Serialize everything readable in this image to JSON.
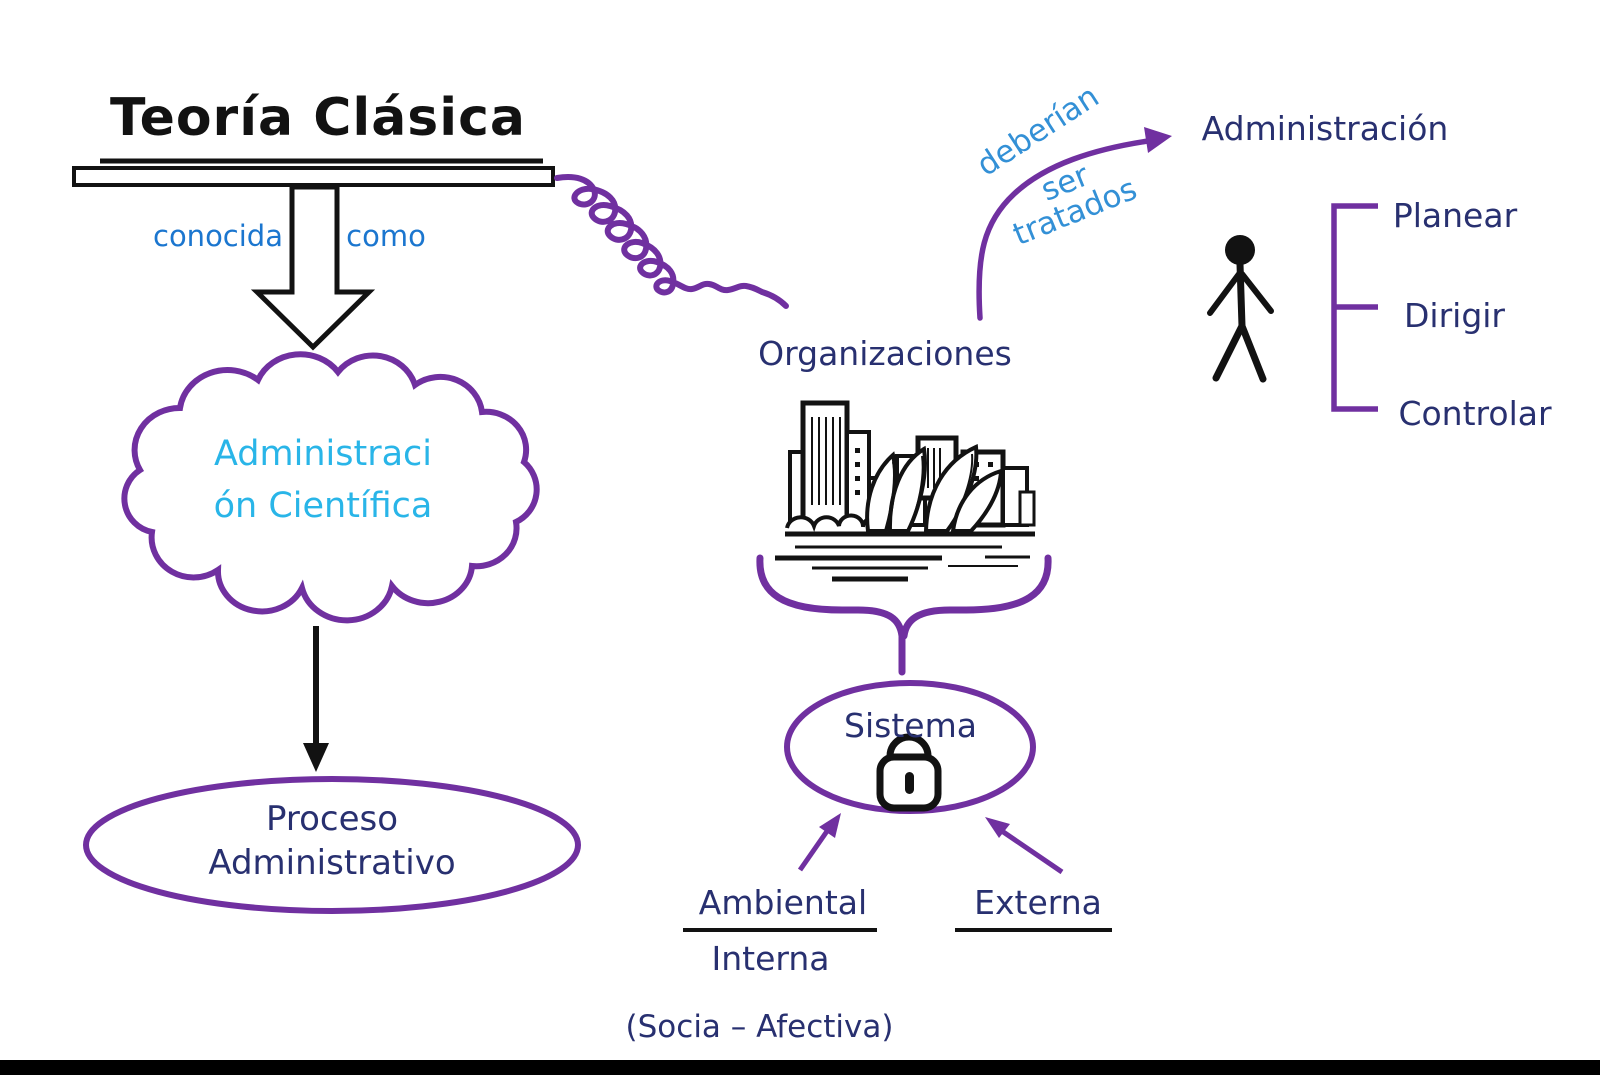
{
  "title": {
    "text": "Teoría Clásica"
  },
  "known_as": {
    "left": "conocida",
    "right": "como"
  },
  "cloud": {
    "line1": "Administraci",
    "line2": "ón Científica"
  },
  "process": {
    "line1": "Proceso",
    "line2": "Administrativo"
  },
  "organizations": {
    "label": "Organizaciones"
  },
  "treated": {
    "word1": "deberían",
    "word2": "ser",
    "word3": "tratados"
  },
  "administration": {
    "label": "Administración",
    "functions": [
      {
        "label": "Planear"
      },
      {
        "label": "Dirigir"
      },
      {
        "label": "Controlar"
      }
    ]
  },
  "system": {
    "label": "Sistema"
  },
  "environment": {
    "ambiental": "Ambiental",
    "interna": "Interna",
    "externa": "Externa"
  },
  "footer": {
    "label": "(Socia – Afectiva)"
  },
  "icons": {
    "cloud": "cloud-shape",
    "down_arrow_hollow": "hollow-down-arrow",
    "down_arrow_solid": "solid-down-arrow",
    "squiggle": "curly-connector-line",
    "city": "city-skyline-clipart",
    "brace": "curly-brace-down",
    "lock": "padlock",
    "person": "stick-figure-person",
    "bracket": "list-bracket",
    "curved_arrow": "curved-arrow-up-right"
  },
  "colors": {
    "purple": "#7030a0",
    "navy": "#283070",
    "blue": "#1b76cf",
    "light_blue": "#3390d6",
    "cyan": "#29b5e8",
    "black": "#000000",
    "white": "#ffffff"
  }
}
